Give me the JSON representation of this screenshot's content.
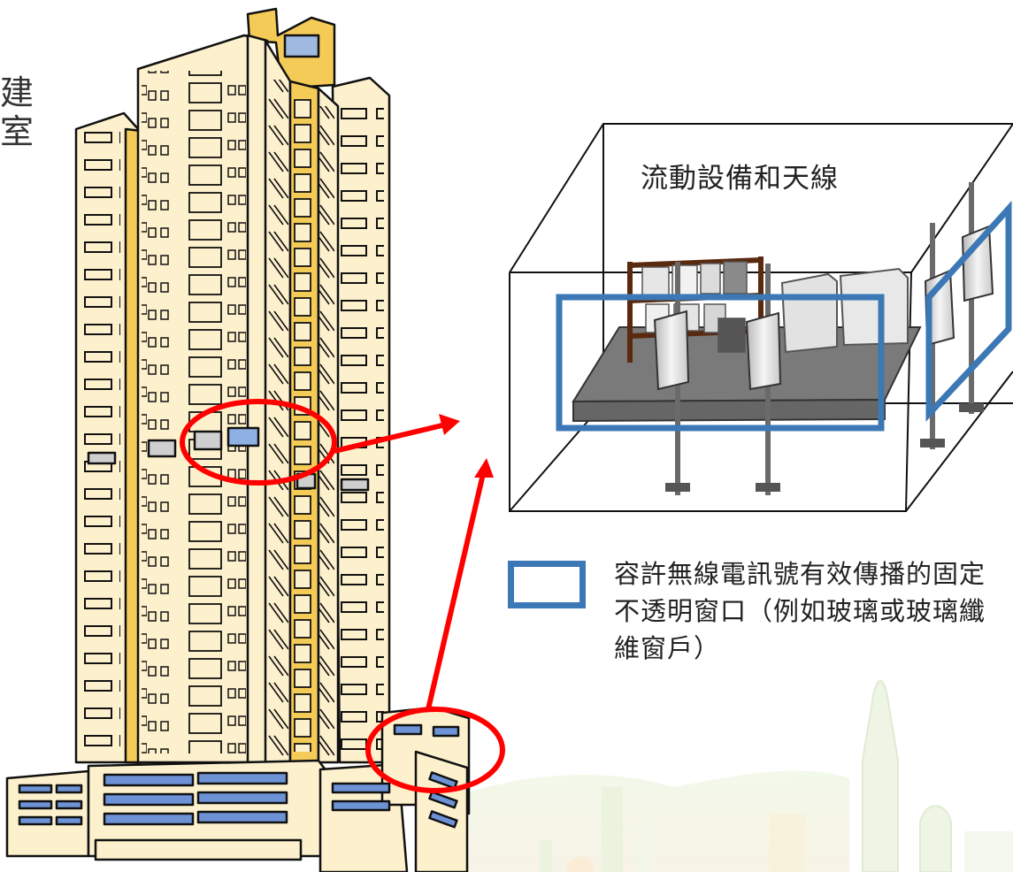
{
  "left_text_fragments": [
    "建",
    "室"
  ],
  "room": {
    "title": "流動設備和天線"
  },
  "legend": {
    "text": "容許無線電訊號有效傳播的固定不透明窗口（例如玻璃或玻璃纖維窗戶）",
    "swatch_color": "#3b78b5"
  },
  "colors": {
    "highlight_circle": "#ff0000",
    "window_frame": "#3b78b5",
    "building_fill": "#fdf0cc",
    "building_yellow": "#f5cb57",
    "glass_blue": "#9fb9e0",
    "grey_window": "#cfcfcf"
  },
  "icons": [
    "building-illustration",
    "equipment-room-illustration",
    "skyline-background"
  ]
}
